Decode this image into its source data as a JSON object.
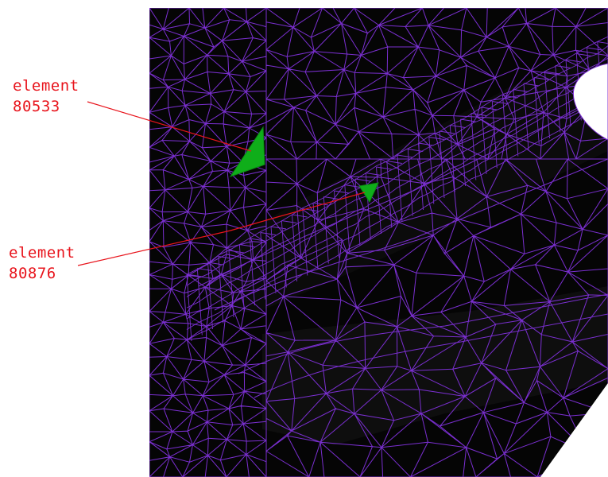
{
  "annotations": [
    {
      "line1": "element",
      "line2": "80533"
    },
    {
      "line1": "element",
      "line2": "80876"
    }
  ],
  "colors": {
    "background": "#ffffff",
    "model_fill": "#050505",
    "mesh_edges": "#7a2fd0",
    "highlighted_elements": "#0fae1a",
    "callout": "#e8141c"
  }
}
